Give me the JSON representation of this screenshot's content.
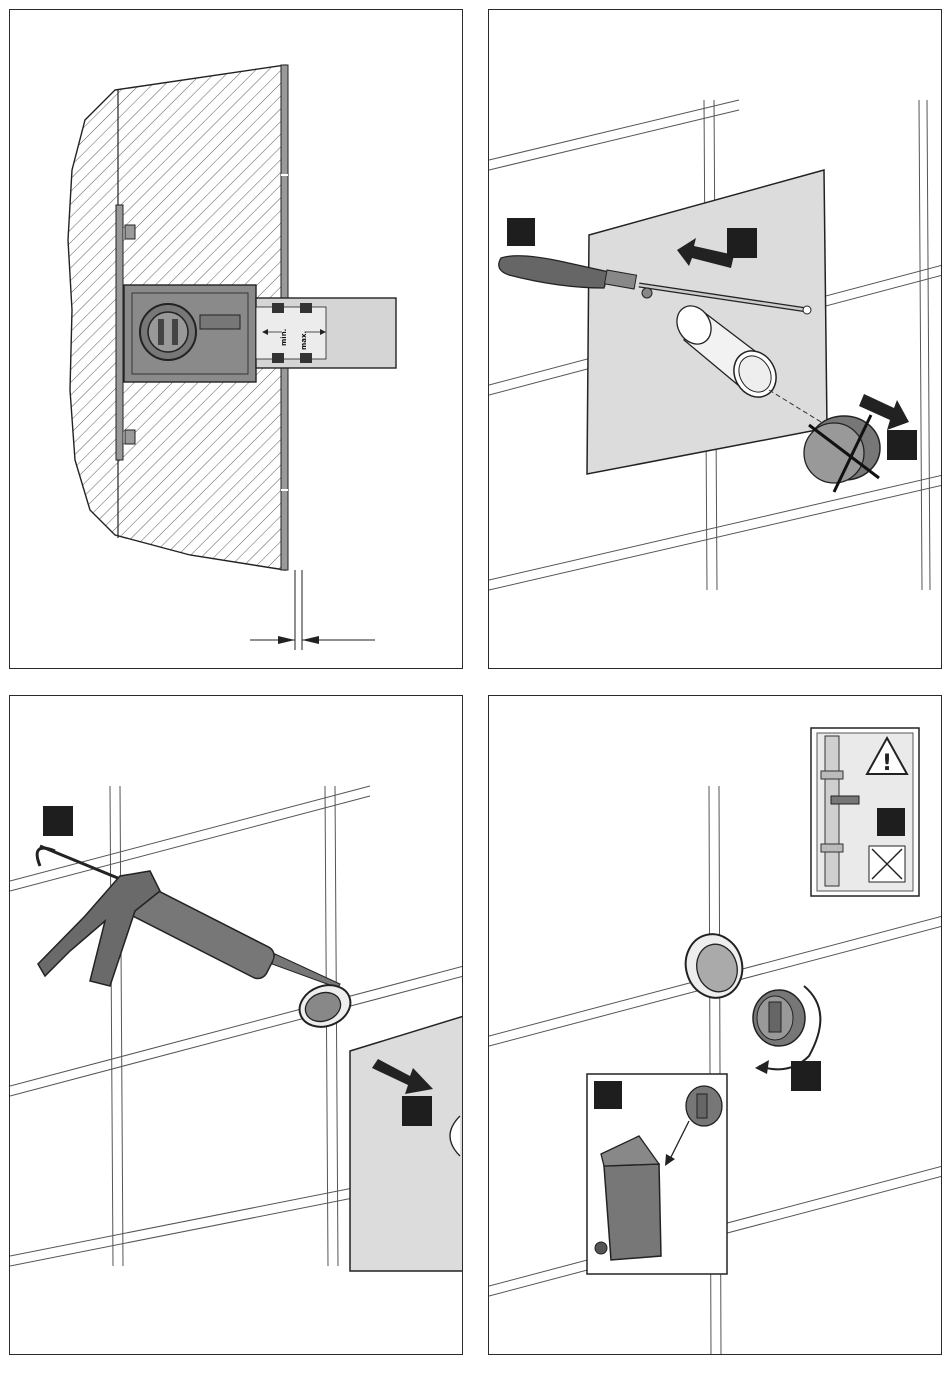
{
  "panels": [
    {
      "id": "p1",
      "labels": {
        "min": "min.",
        "max": "max."
      }
    },
    {
      "id": "p2"
    },
    {
      "id": "p3"
    },
    {
      "id": "p4"
    }
  ],
  "colors": {
    "stroke": "#222222",
    "plate": "#d9d9d9",
    "body": "#8a8a8a",
    "marker": "#1e1e1e",
    "grout": "#555555"
  }
}
